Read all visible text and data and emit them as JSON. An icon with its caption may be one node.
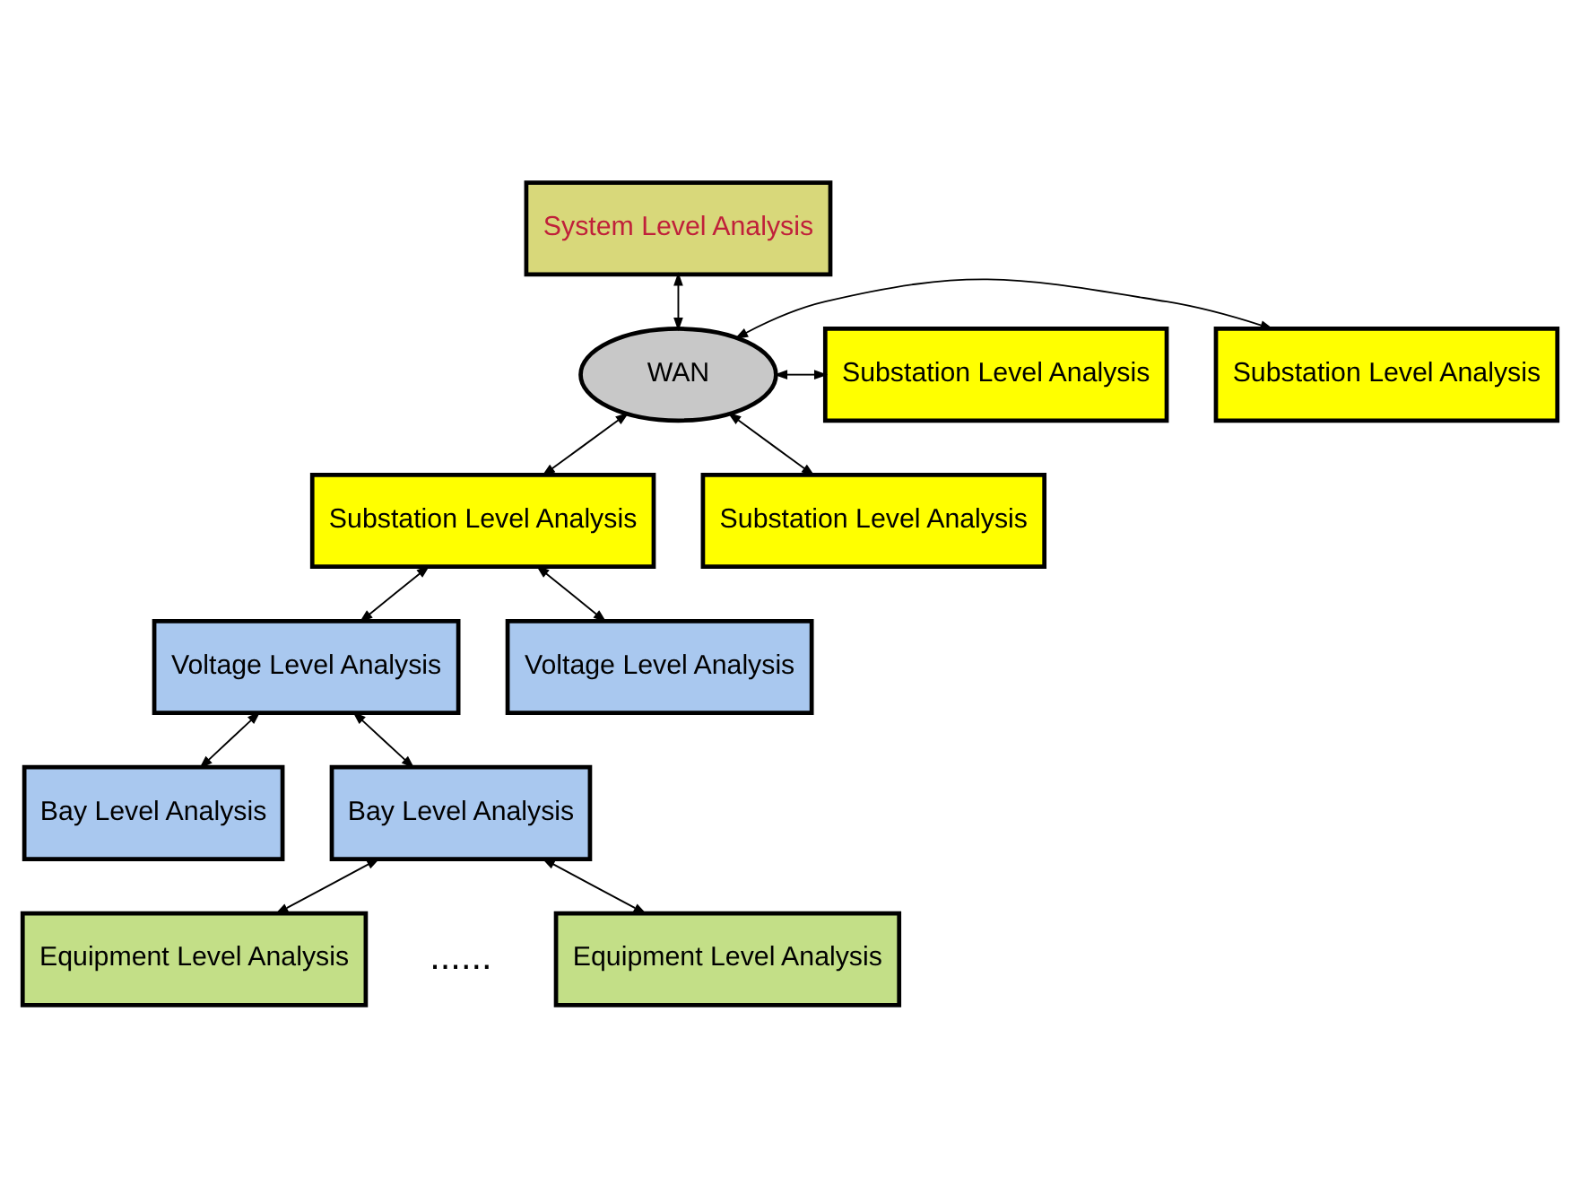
{
  "diagram": {
    "nodes": [
      {
        "text": [
          "System Level Analysis"
        ]
      },
      {
        "text": [
          "WAN"
        ]
      },
      {
        "text": [
          "Substation Level Analysis"
        ]
      },
      {
        "text": [
          "Substation Level Analysis"
        ]
      },
      {
        "text": [
          "Substation Level Analysis"
        ]
      },
      {
        "text": [
          "Substation Level Analysis"
        ]
      },
      {
        "text": [
          "Voltage Level Analysis"
        ]
      },
      {
        "text": [
          "Voltage Level Analysis"
        ]
      },
      {
        "text": [
          "Bay Level Analysis"
        ]
      },
      {
        "text": [
          "Bay Level Analysis"
        ]
      },
      {
        "text": [
          "Equipment Level Analysis"
        ]
      },
      {
        "text": [
          "Equipment Level Analysis"
        ]
      }
    ],
    "edges": [
      {
        "from": 0,
        "to": 1,
        "arrow": "both"
      },
      {
        "from": 2,
        "to": 1,
        "arrow": "both"
      },
      {
        "from": 1,
        "to": 3,
        "arrow": "both"
      },
      {
        "from": 4,
        "to": 1,
        "arrow": "both"
      },
      {
        "from": 5,
        "to": 1,
        "arrow": "both"
      },
      {
        "from": 4,
        "to": 6,
        "arrow": "both"
      },
      {
        "from": 4,
        "to": 7,
        "arrow": "both"
      },
      {
        "from": 6,
        "to": 8,
        "arrow": "both"
      },
      {
        "from": 6,
        "to": 9,
        "arrow": "both"
      },
      {
        "from": 9,
        "to": 10,
        "arrow": "both"
      },
      {
        "from": 9,
        "to": 11,
        "arrow": "both"
      }
    ],
    "labels": [
      "......"
    ]
  }
}
